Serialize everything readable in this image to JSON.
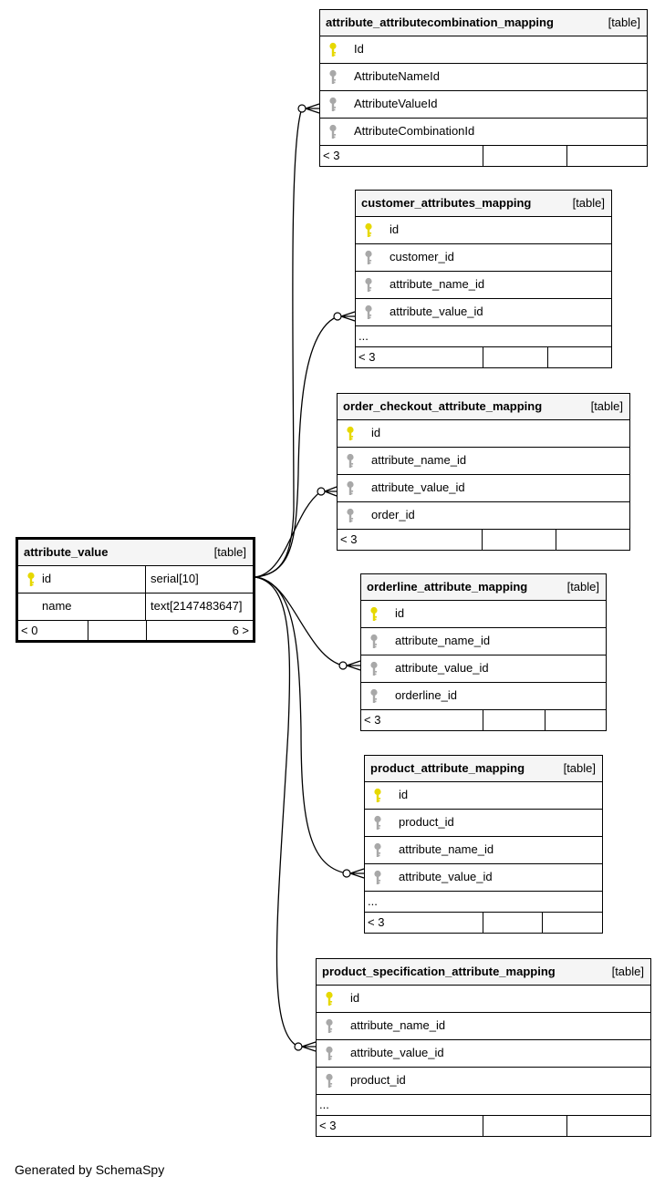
{
  "main_table": {
    "name": "attribute_value",
    "type": "[table]",
    "columns": [
      {
        "name": "id",
        "datatype": "serial[10]",
        "pk": true
      },
      {
        "name": "name",
        "datatype": "text[2147483647]",
        "pk": false
      }
    ],
    "footer_left": "< 0",
    "footer_right": "6 >"
  },
  "tables": [
    {
      "name": "attribute_attributecombination_mapping",
      "type": "[table]",
      "columns": [
        "Id",
        "AttributeNameId",
        "AttributeValueId",
        "AttributeCombinationId"
      ],
      "has_more": false,
      "footer": "< 3"
    },
    {
      "name": "customer_attributes_mapping",
      "type": "[table]",
      "columns": [
        "id",
        "customer_id",
        "attribute_name_id",
        "attribute_value_id"
      ],
      "has_more": true,
      "more_text": "...",
      "footer": "< 3"
    },
    {
      "name": "order_checkout_attribute_mapping",
      "type": "[table]",
      "columns": [
        "id",
        "attribute_name_id",
        "attribute_value_id",
        "order_id"
      ],
      "has_more": false,
      "footer": "< 3"
    },
    {
      "name": "orderline_attribute_mapping",
      "type": "[table]",
      "columns": [
        "id",
        "attribute_name_id",
        "attribute_value_id",
        "orderline_id"
      ],
      "has_more": false,
      "footer": "< 3"
    },
    {
      "name": "product_attribute_mapping",
      "type": "[table]",
      "columns": [
        "id",
        "product_id",
        "attribute_name_id",
        "attribute_value_id"
      ],
      "has_more": true,
      "more_text": "...",
      "footer": "< 3"
    },
    {
      "name": "product_specification_attribute_mapping",
      "type": "[table]",
      "columns": [
        "id",
        "attribute_name_id",
        "attribute_value_id",
        "product_id"
      ],
      "has_more": true,
      "more_text": "...",
      "footer": "< 3"
    }
  ],
  "footer": {
    "text": "Generated by SchemaSpy"
  },
  "colors": {
    "primary_key": "#e6d800",
    "foreign_key": "#a8a8a8",
    "header_bg": "#f5f5f5"
  }
}
